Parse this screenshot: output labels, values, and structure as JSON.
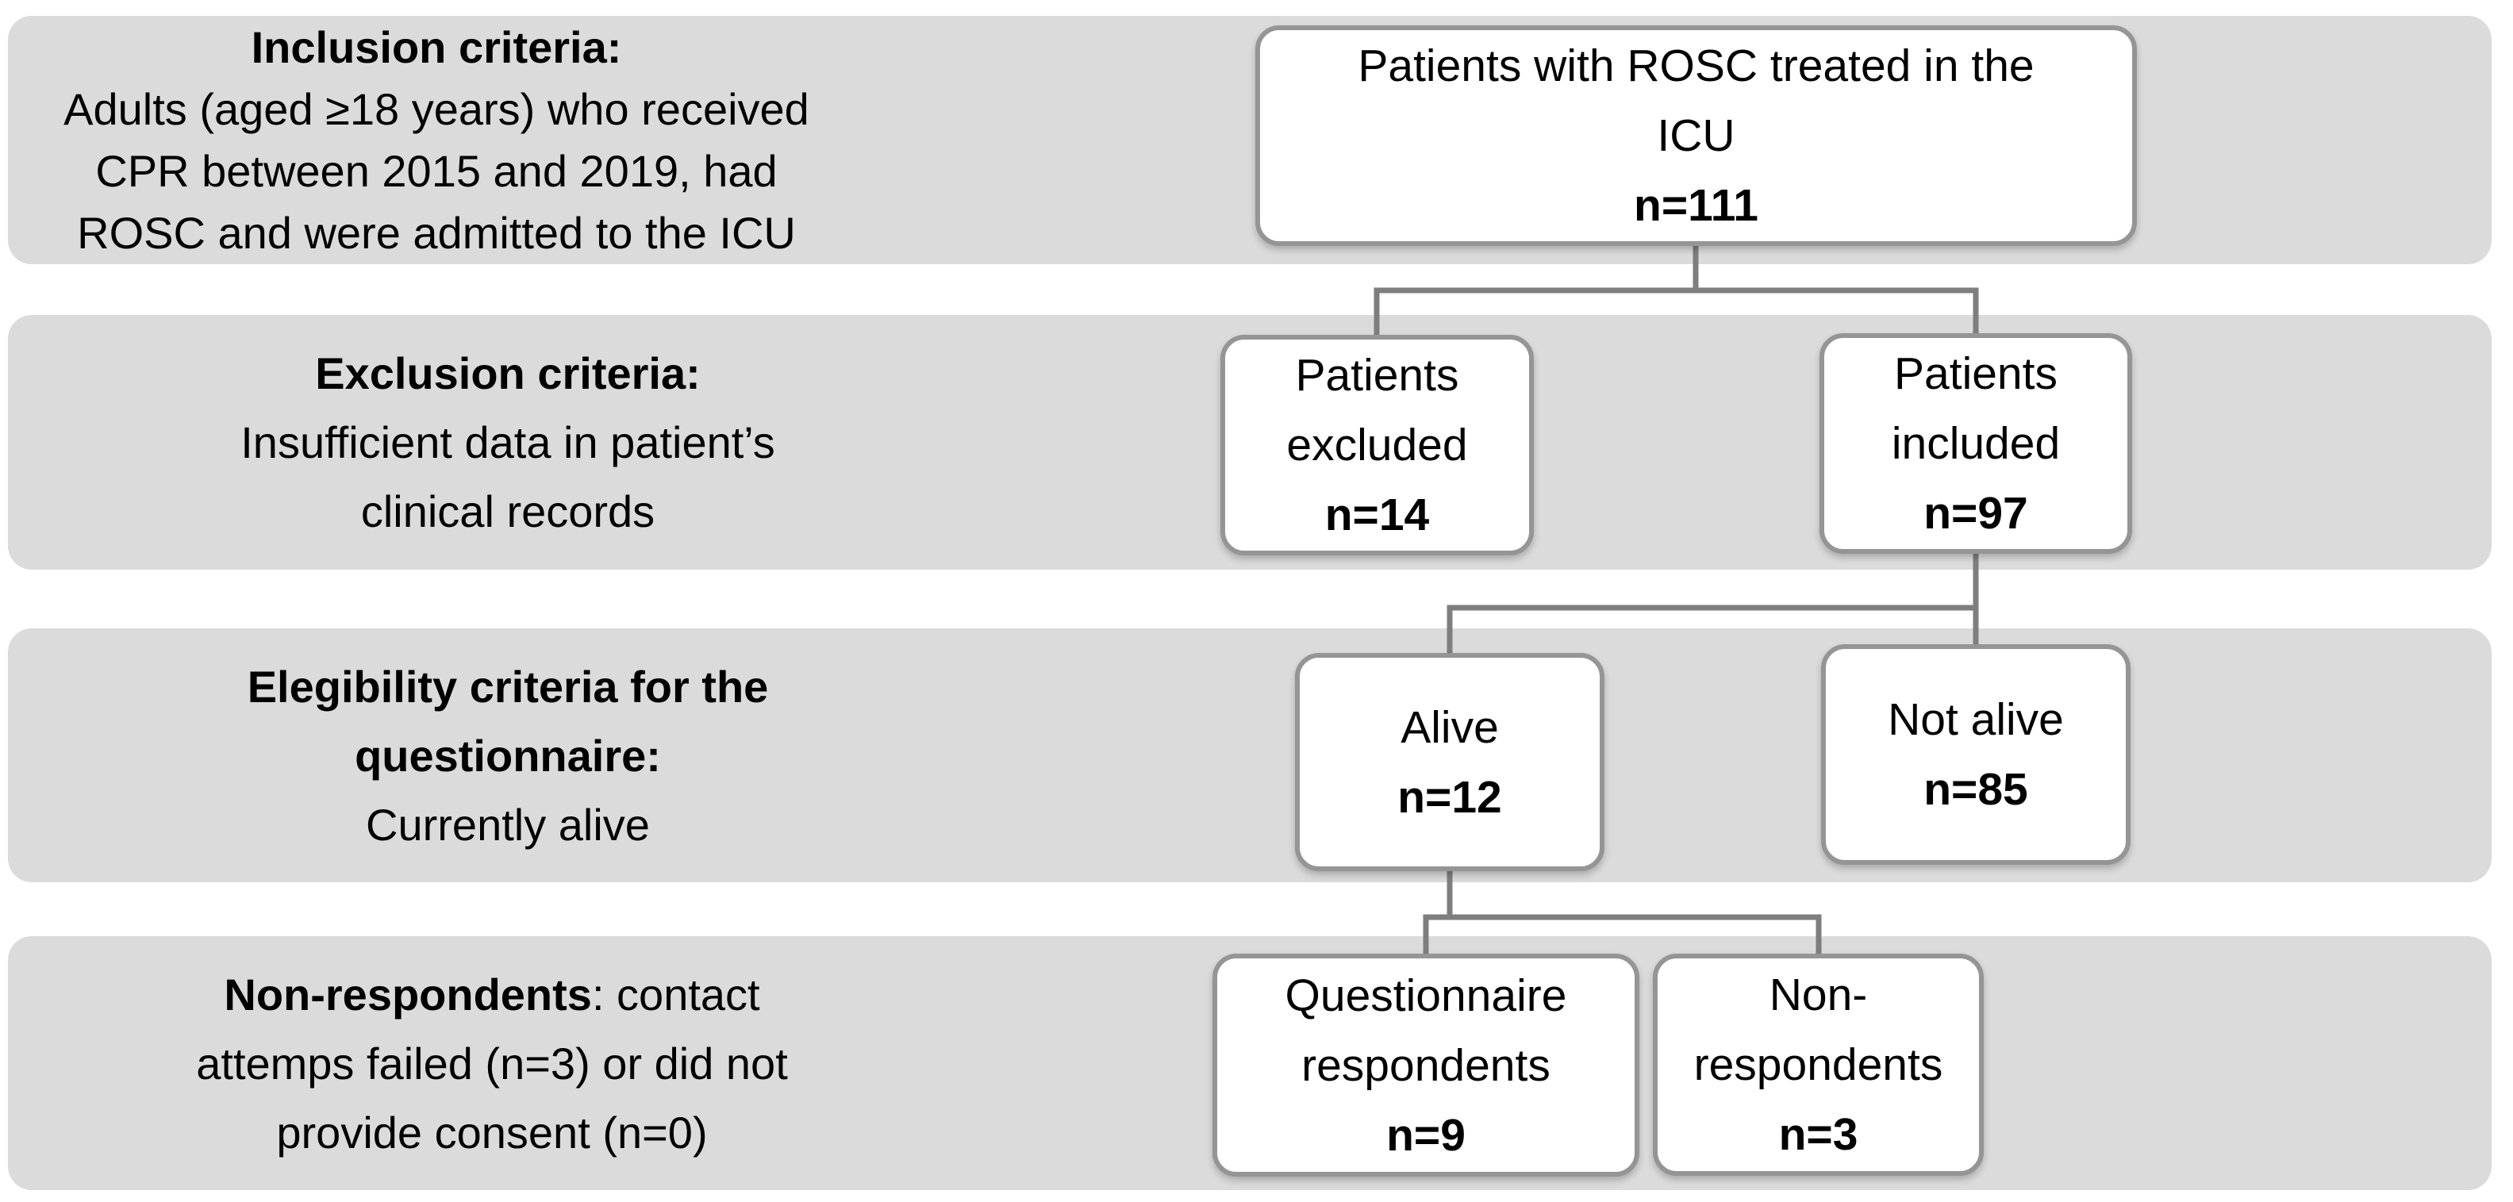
{
  "colors": {
    "band_fill": "#dbdbdb",
    "box_fill": "#ffffff",
    "box_border": "#959595",
    "connector": "#7e7e7e",
    "text": "#000000"
  },
  "rows": [
    {
      "criteria": {
        "heading": "Inclusion criteria:",
        "body": "Adults (aged ≥18 years) who received CPR between 2015 and 2019, had ROSC and were admitted to the ICU",
        "body_lines": [
          "Adults (aged ≥18 years) who received",
          "CPR between 2015 and 2019, had",
          "ROSC and were admitted to the ICU"
        ]
      },
      "boxes": [
        {
          "label": "Patients with ROSC treated in the ICU",
          "label_lines": [
            "Patients with ROSC treated in the",
            "ICU"
          ],
          "count": "n=111"
        }
      ]
    },
    {
      "criteria": {
        "heading": "Exclusion criteria:",
        "body": "Insufficient data in patient’s clinical records",
        "body_lines": [
          "Insufficient data in patient’s",
          "clinical records"
        ]
      },
      "boxes": [
        {
          "label": "Patients excluded",
          "label_lines": [
            "Patients",
            "excluded"
          ],
          "count": "n=14"
        },
        {
          "label": "Patients included",
          "label_lines": [
            "Patients",
            "included"
          ],
          "count": "n=97"
        }
      ]
    },
    {
      "criteria": {
        "heading": "Elegibility criteria for the questionnaire:",
        "heading_lines": [
          "Elegibility criteria for the",
          "questionnaire:"
        ],
        "body": "Currently alive",
        "body_lines": [
          "Currently alive"
        ]
      },
      "boxes": [
        {
          "label": "Alive",
          "label_lines": [
            "Alive"
          ],
          "count": "n=12"
        },
        {
          "label": "Not alive",
          "label_lines": [
            "Not alive"
          ],
          "count": "n=85"
        }
      ]
    },
    {
      "criteria": {
        "bold_lead": "Non-respondents",
        "lead_rest": ": contact",
        "body": "Non-respondents: contact attemps failed (n=3) or did not provide consent (n=0)",
        "body_lines": [
          "attemps failed (n=3) or did not",
          "provide consent (n=0)"
        ]
      },
      "boxes": [
        {
          "label": "Questionnaire respondents",
          "label_lines": [
            "Questionnaire",
            "respondents"
          ],
          "count": "n=9"
        },
        {
          "label": "Non-respondents",
          "label_lines": [
            "Non-",
            "respondents"
          ],
          "count": "n=3"
        }
      ]
    }
  ]
}
